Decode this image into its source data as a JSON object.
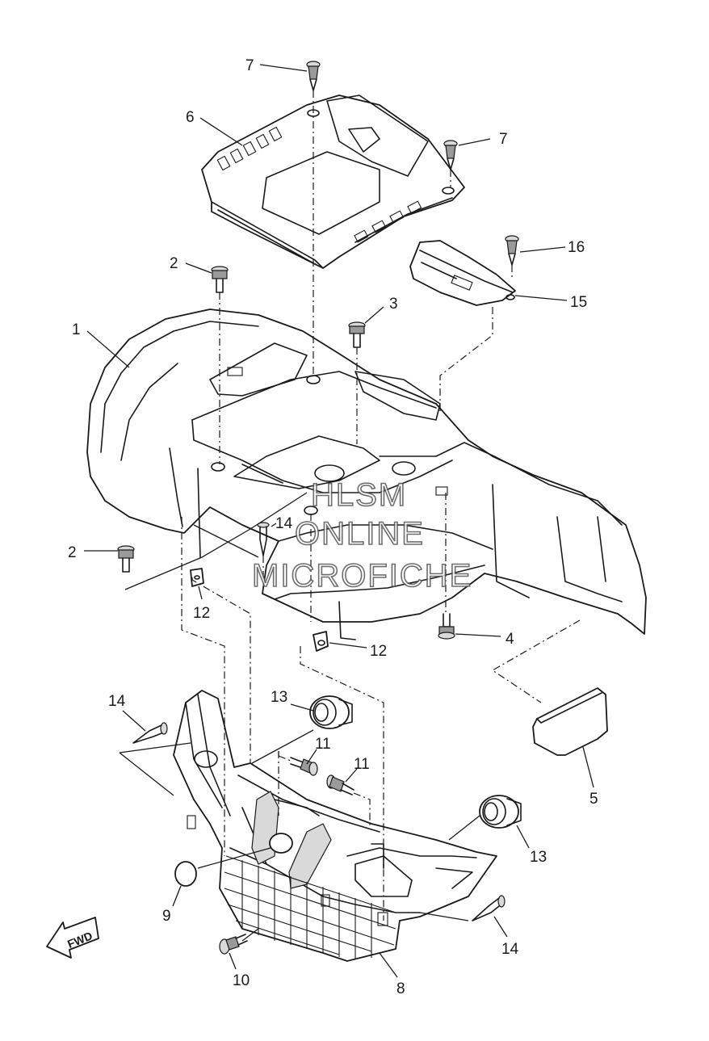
{
  "callouts": {
    "c1": "1",
    "c2a": "2",
    "c2b": "2",
    "c3": "3",
    "c4": "4",
    "c5": "5",
    "c6": "6",
    "c7a": "7",
    "c7b": "7",
    "c8": "8",
    "c9": "9",
    "c10": "10",
    "c11a": "11",
    "c11b": "11",
    "c12a": "12",
    "c12b": "12",
    "c13a": "13",
    "c13b": "13",
    "c14a": "14",
    "c14b": "14",
    "c14c": "14",
    "c15": "15",
    "c16": "16"
  },
  "watermark": {
    "line1": "HLSM",
    "line2": "ONLINE",
    "line3": "MICROFICHE"
  },
  "direction_badge": {
    "label": "FWD"
  }
}
